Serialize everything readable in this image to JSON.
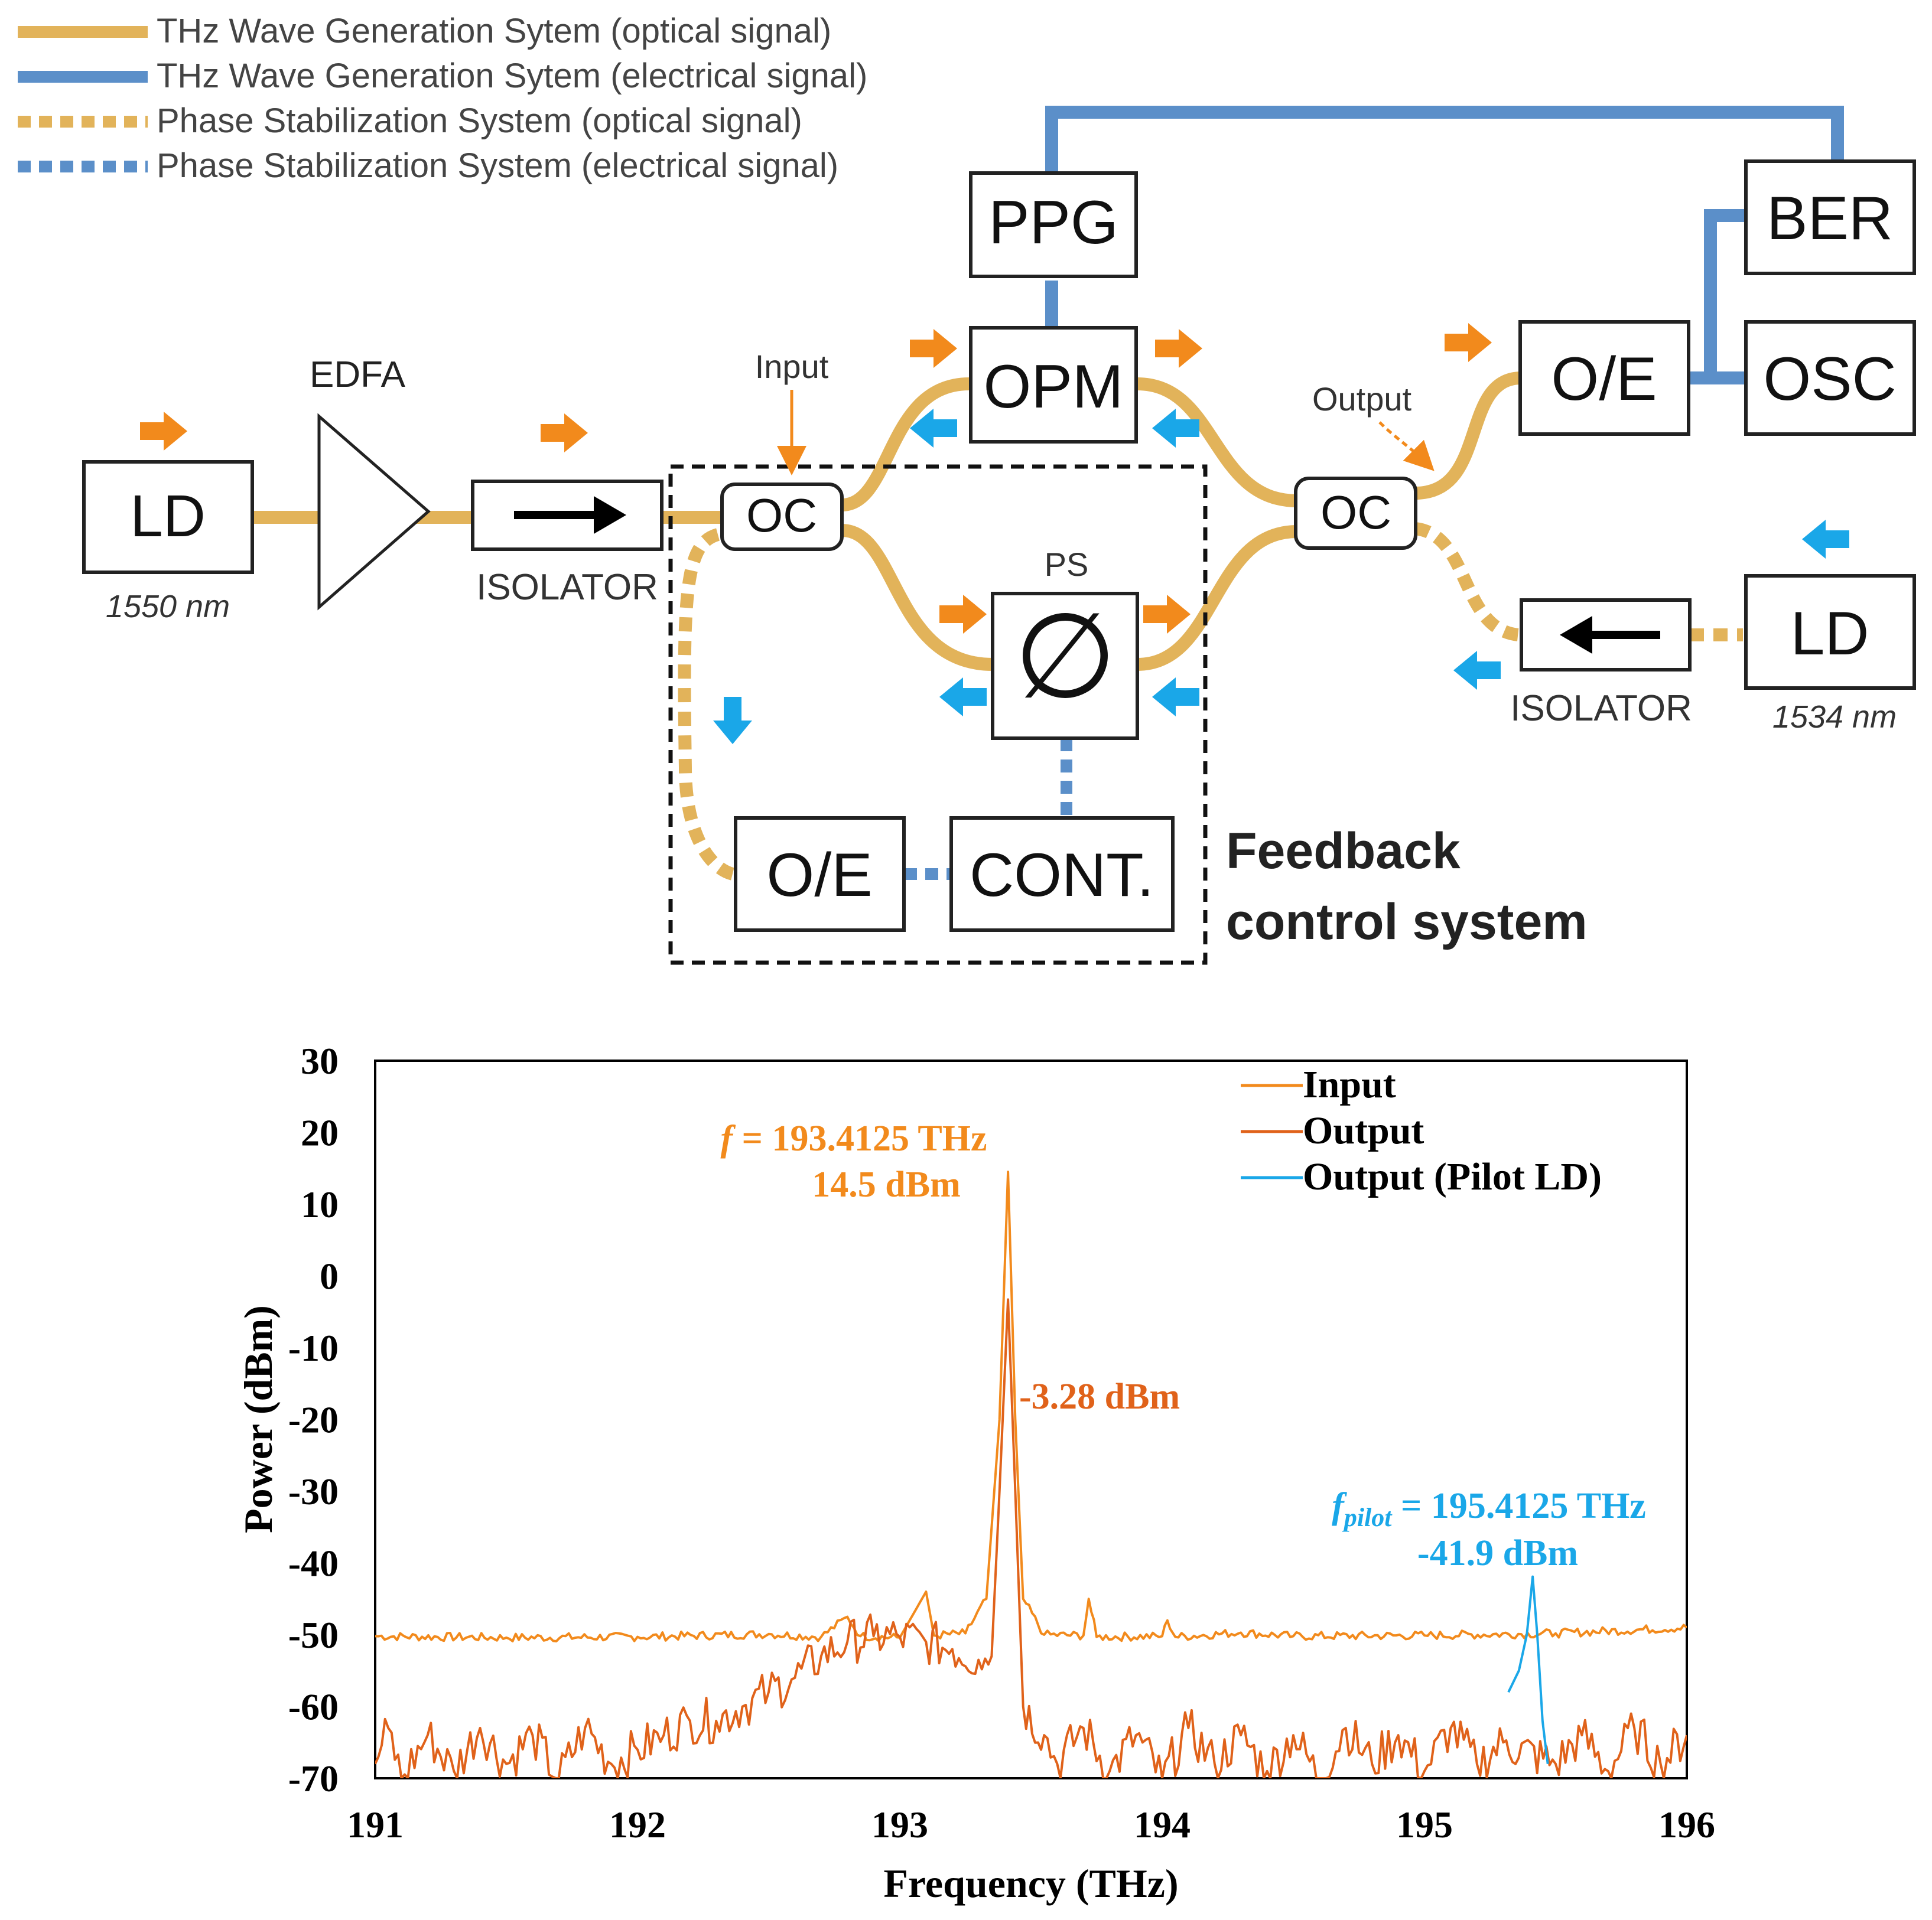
{
  "legend": [
    {
      "label": "THz Wave Generation Sytem (optical signal)",
      "color": "#e2b35a",
      "style": "solid"
    },
    {
      "label": "THz Wave Generation Sytem (electrical signal)",
      "color": "#5b8fc9",
      "style": "solid"
    },
    {
      "label": "Phase Stabilization System (optical signal)",
      "color": "#e2b35a",
      "style": "dotted"
    },
    {
      "label": "Phase Stabilization System (electrical signal)",
      "color": "#5b8fc9",
      "style": "dotted"
    }
  ],
  "diagram": {
    "ld_left": "LD",
    "ld_left_wavelength": "1550 nm",
    "edfa": "EDFA",
    "isolator_left": "ISOLATOR",
    "oc_left": "OC",
    "input_label": "Input",
    "ppg": "PPG",
    "opm": "OPM",
    "ps": "PS",
    "ps_symbol": "∅",
    "oc_right": "OC",
    "output_label": "Output",
    "oe_right": "O/E",
    "ber": "BER",
    "osc": "OSC",
    "isolator_right": "ISOLATOR",
    "ld_right": "LD",
    "ld_right_wavelength": "1534 nm",
    "oe_feedback": "O/E",
    "cont": "CONT.",
    "feedback_line1": "Feedback",
    "feedback_line2": "control system"
  },
  "colors": {
    "optical": "#e2b35a",
    "electrical": "#5b8fc9",
    "arrow_orange": "#f28a1c",
    "arrow_blue": "#1aa7e8",
    "input_trace": "#f28a1c",
    "output_trace": "#e0621a",
    "pilot_trace": "#1aa7e8"
  },
  "chart_data": {
    "type": "line",
    "xlabel": "Frequency (THz)",
    "ylabel": "Power (dBm)",
    "xlim": [
      191,
      196
    ],
    "ylim": [
      -70,
      30
    ],
    "xticks": [
      191,
      192,
      193,
      194,
      195,
      196
    ],
    "yticks": [
      30,
      20,
      10,
      0,
      -10,
      -20,
      -30,
      -40,
      -50,
      -60,
      -70
    ],
    "legend_position": "top-right",
    "series": [
      {
        "name": "Input",
        "color": "#f28a1c",
        "points": [
          [
            191,
            -50.2
          ],
          [
            191.5,
            -50.4
          ],
          [
            192,
            -50.3
          ],
          [
            192.5,
            -49.9
          ],
          [
            192.7,
            -50.3
          ],
          [
            192.8,
            -47.5
          ],
          [
            192.85,
            -50.2
          ],
          [
            193,
            -50.4
          ],
          [
            193.1,
            -44
          ],
          [
            193.13,
            -50.1
          ],
          [
            193.25,
            -49.8
          ],
          [
            193.33,
            -45
          ],
          [
            193.38,
            -20
          ],
          [
            193.4125,
            14.5
          ],
          [
            193.44,
            -20
          ],
          [
            193.47,
            -45
          ],
          [
            193.55,
            -50
          ],
          [
            193.7,
            -50.1
          ],
          [
            193.72,
            -45
          ],
          [
            193.75,
            -50.3
          ],
          [
            194,
            -50.2
          ],
          [
            194.02,
            -48
          ],
          [
            194.05,
            -50.3
          ],
          [
            194.3,
            -49.7
          ],
          [
            194.5,
            -50.2
          ],
          [
            195,
            -50.1
          ],
          [
            195.5,
            -49.8
          ],
          [
            196,
            -49.0
          ]
        ]
      },
      {
        "name": "Output",
        "color": "#e0621a",
        "points": [
          [
            191,
            -68
          ],
          [
            191.05,
            -63
          ],
          [
            191.1,
            -70
          ],
          [
            191.2,
            -64
          ],
          [
            191.3,
            -69
          ],
          [
            191.4,
            -63
          ],
          [
            191.5,
            -68
          ],
          [
            191.6,
            -64
          ],
          [
            191.7,
            -70
          ],
          [
            191.8,
            -63
          ],
          [
            191.9,
            -68
          ],
          [
            192,
            -66
          ],
          [
            192.1,
            -64
          ],
          [
            192.2,
            -62
          ],
          [
            192.3,
            -62
          ],
          [
            192.4,
            -60
          ],
          [
            192.5,
            -58
          ],
          [
            192.6,
            -56
          ],
          [
            192.7,
            -53
          ],
          [
            192.8,
            -51
          ],
          [
            192.9,
            -50.2
          ],
          [
            193,
            -50.3
          ],
          [
            193.1,
            -51
          ],
          [
            193.2,
            -52
          ],
          [
            193.3,
            -53.5
          ],
          [
            193.35,
            -53
          ],
          [
            193.38,
            -30
          ],
          [
            193.4125,
            -3.28
          ],
          [
            193.44,
            -30
          ],
          [
            193.47,
            -60
          ],
          [
            193.55,
            -64
          ],
          [
            193.6,
            -68
          ],
          [
            193.7,
            -63
          ],
          [
            193.8,
            -69
          ],
          [
            193.9,
            -64
          ],
          [
            194,
            -70
          ],
          [
            194.1,
            -63
          ],
          [
            194.2,
            -68
          ],
          [
            194.3,
            -64
          ],
          [
            194.4,
            -69
          ],
          [
            194.5,
            -64
          ],
          [
            194.6,
            -70
          ],
          [
            194.7,
            -63
          ],
          [
            194.8,
            -68
          ],
          [
            194.9,
            -64
          ],
          [
            195,
            -69
          ],
          [
            195.1,
            -63
          ],
          [
            195.2,
            -68
          ],
          [
            195.3,
            -65
          ],
          [
            195.5,
            -68
          ],
          [
            195.6,
            -64
          ],
          [
            195.7,
            -69
          ],
          [
            195.8,
            -63
          ],
          [
            195.9,
            -68
          ],
          [
            196,
            -64
          ]
        ]
      },
      {
        "name": "Output (Pilot LD)",
        "color": "#1aa7e8",
        "points": [
          [
            195.32,
            -58
          ],
          [
            195.36,
            -55
          ],
          [
            195.39,
            -50
          ],
          [
            195.4125,
            -41.9
          ],
          [
            195.43,
            -50
          ],
          [
            195.45,
            -62
          ],
          [
            195.47,
            -68
          ]
        ]
      }
    ],
    "annotations": [
      {
        "text_italic": "f",
        "text": " = 193.4125 THz",
        "line2": "14.5 dBm",
        "color": "#f28a1c"
      },
      {
        "text": "-3.28 dBm",
        "color": "#e0621a"
      },
      {
        "text_italic": "f",
        "subscript": "pilot",
        "text": " = 195.4125 THz",
        "line2": "-41.9 dBm",
        "color": "#1aa7e8"
      }
    ]
  }
}
